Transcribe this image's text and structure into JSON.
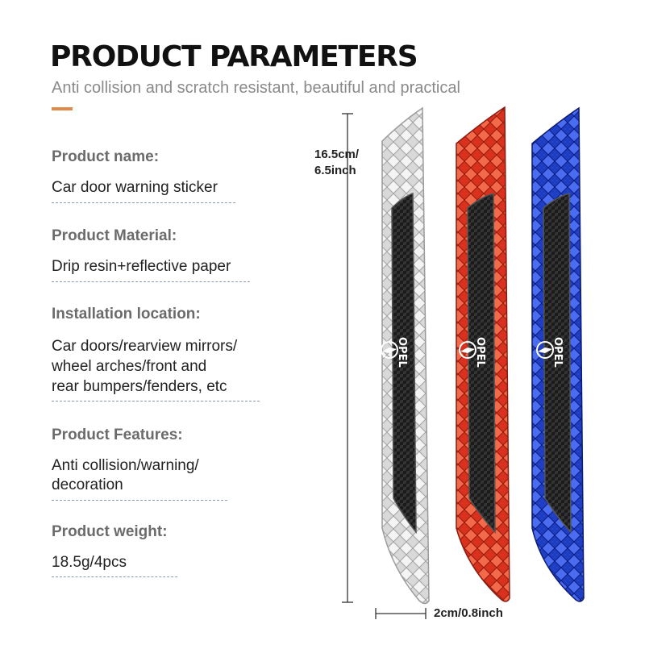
{
  "title": "PRODUCT PARAMETERS",
  "subtitle": "Anti collision and scratch resistant, beautiful and practical",
  "accent_color": "#e08a4a",
  "params": [
    {
      "label": "Product name:",
      "lines": [
        "Car door warning sticker"
      ]
    },
    {
      "label": "Product Material:",
      "lines": [
        "Drip resin+reflective paper"
      ]
    },
    {
      "label": "Installation location:",
      "lines": [
        "Car doors/rearview mirrors/",
        "wheel arches/front and",
        "rear bumpers/fenders, etc"
      ]
    },
    {
      "label": "Product Features:",
      "lines": [
        "Anti collision/warning/",
        "decoration"
      ]
    },
    {
      "label": "Product weight:",
      "lines": [
        "18.5g/4pcs"
      ]
    }
  ],
  "dimensions": {
    "length_line1": "16.5cm/",
    "length_line2": "6.5inch",
    "width": "2cm/0.8inch"
  },
  "stickers": [
    {
      "color_name": "silver",
      "base": "#d9d9d9",
      "light": "#f4f4f4",
      "dark": "#a8a8a8",
      "brand": "OPEL"
    },
    {
      "color_name": "red",
      "base": "#d8321f",
      "light": "#f26a4a",
      "dark": "#9c1c10",
      "brand": "OPEL"
    },
    {
      "color_name": "blue",
      "base": "#1f3fc4",
      "light": "#4a6cf0",
      "dark": "#10208a",
      "brand": "OPEL"
    }
  ]
}
